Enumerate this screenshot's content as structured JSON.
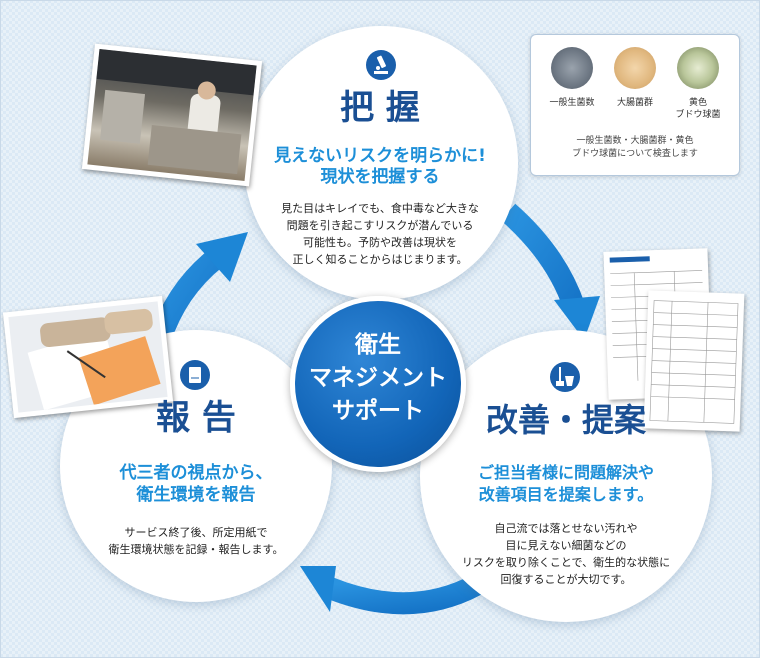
{
  "center": {
    "lines": [
      "衛生",
      "マネジメント",
      "サポート"
    ]
  },
  "grasp": {
    "title": "把 握",
    "subtitle_lines": [
      "見えないリスクを明らかに!",
      "現状を把握する"
    ],
    "body_lines": [
      "見た目はキレイでも、食中毒など大きな",
      "問題を引き起こすリスクが潜んでいる",
      "可能性も。予防や改善は現状を",
      "正しく知ることからはじまります。"
    ]
  },
  "improve": {
    "title": "改善・提案",
    "subtitle_lines": [
      "ご担当者様に問題解決や",
      "改善項目を提案します。"
    ],
    "body_lines": [
      "自己流では落とせない汚れや",
      "目に見えない細菌などの",
      "リスクを取り除くことで、衛生的な状態に",
      "回復することが大切です。"
    ]
  },
  "report": {
    "title": "報 告",
    "subtitle_lines": [
      "代三者の視点から、",
      "衛生環境を報告"
    ],
    "body_lines": [
      "サービス終了後、所定用紙で",
      "衛生環境状態を記録・報告します。"
    ]
  },
  "bacteria": {
    "labels": [
      "一般生菌数",
      "大腸菌群",
      "黄色\nブドウ球菌"
    ],
    "note_lines": [
      "一般生菌数・大腸菌群・黄色",
      "ブドウ球菌について検査します"
    ]
  },
  "icons": {
    "grasp": "microscope-icon",
    "improve": "cleaning-bucket-icon",
    "report": "report-document-icon"
  },
  "colors": {
    "accent": "#1a5fab",
    "subtitle": "#1d8fd8",
    "title": "#1a4f93",
    "arrow": "#1d86d6"
  }
}
